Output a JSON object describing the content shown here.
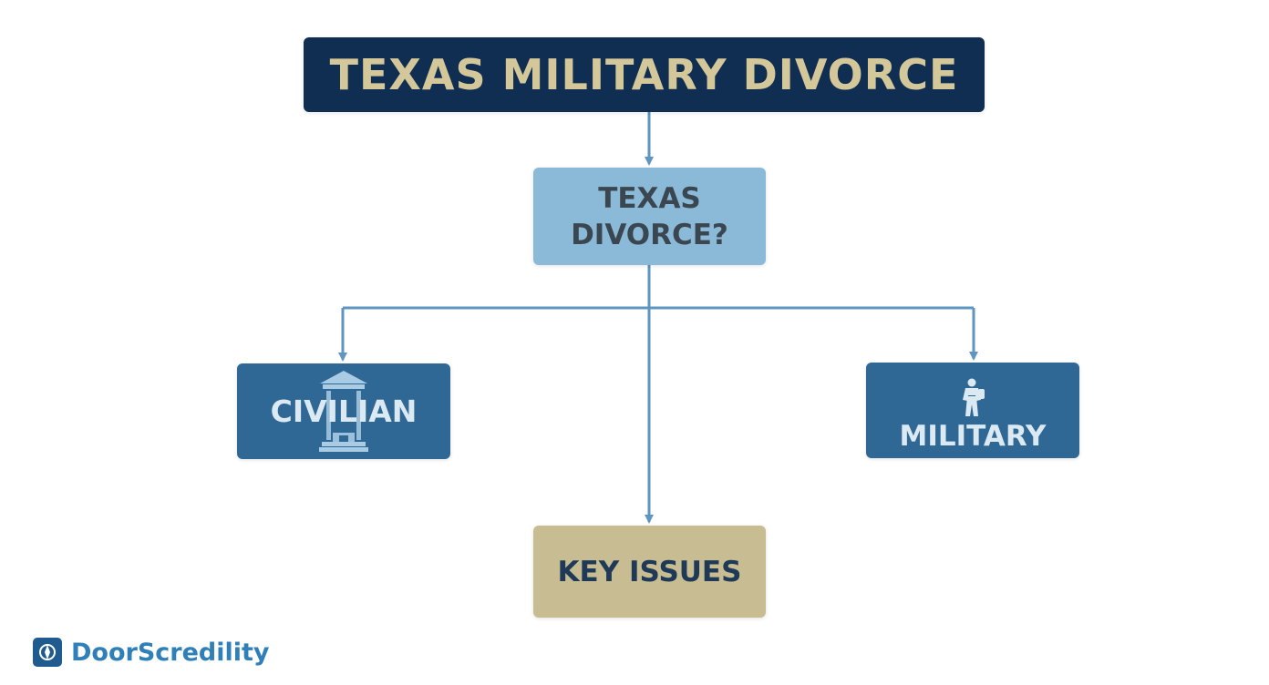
{
  "diagram": {
    "title": "TEXAS MILITARY DIVORCE",
    "question_line1": "TEXAS",
    "question_line2": "DIVORCE?",
    "civilian_label": "CIVILIAN",
    "military_label": "MILITARY",
    "issues_label": "KEY ISSUES"
  },
  "icons": {
    "civilian": "courthouse-icon",
    "military": "soldier-icon",
    "brand": "compass-icon"
  },
  "brand": {
    "name": "DoorScredility"
  },
  "colors": {
    "title_bg": "#0f2e52",
    "title_text": "#d4c89a",
    "question_bg": "#8bbad8",
    "branch_bg": "#2f6795",
    "issues_bg": "#c8bd92",
    "connector": "#5f95bf"
  }
}
